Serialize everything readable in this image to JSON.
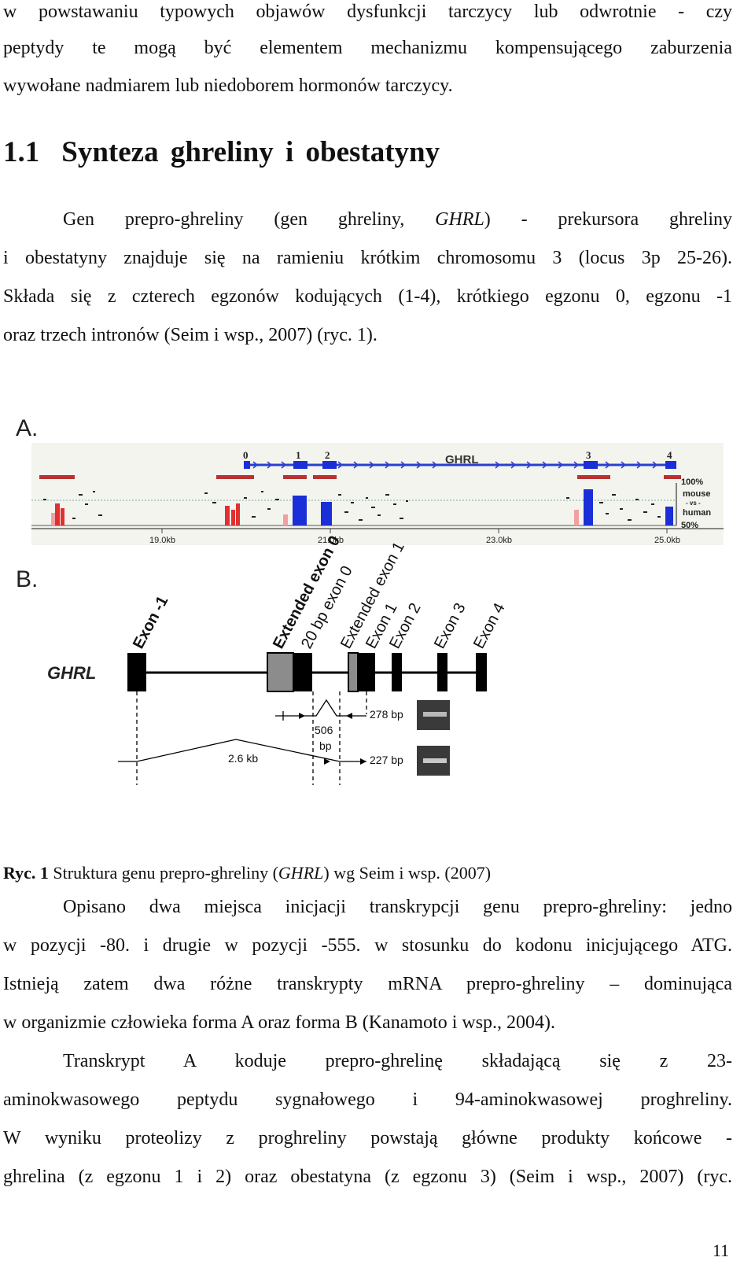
{
  "paragraph_top": {
    "lines": [
      "w powstawaniu typowych objawów dysfunkcji tarczycy lub odwrotnie - czy",
      "peptydy te mogą być elementem mechanizmu kompensującego zaburzenia",
      "wywołane nadmiarem lub niedoborem hormonów tarczycy."
    ]
  },
  "section": {
    "number": "1.1",
    "title": "Synteza ghreliny i obestatyny"
  },
  "paragraph_1": {
    "line1_pre": "Gen prepro-ghreliny (gen ghreliny, ",
    "line1_italic": "GHRL",
    "line1_post": ") - prekursora ghreliny",
    "lines": [
      "i obestatyny znajduje się na ramieniu krótkim chromosomu 3 (locus 3p 25-26).",
      "Składa się z czterech egzonów kodujących (1-4), krótkiego egzonu 0, egzonu -1",
      "oraz trzech intronów (Seim i wsp., 2007) (ryc. 1)."
    ]
  },
  "figure": {
    "panel_a_label": "A.",
    "panel_b_label": "B.",
    "gene_label_a": "GHRL",
    "exon_numbers_a": [
      "0",
      "1",
      "2",
      "3",
      "4"
    ],
    "kb_ticks": [
      "19.0kb",
      "21.0kb",
      "23.0kb",
      "25.0kb"
    ],
    "conservation_labels": [
      "100%",
      "mouse",
      "- vs -",
      "human",
      "50%"
    ],
    "gene_label_b": "GHRL",
    "exon_labels_b": [
      "Exon -1",
      "Extended exon 0",
      "20 bp exon 0",
      "Extended exon 1",
      "Exon 1",
      "Exon 2",
      "Exon 3",
      "Exon 4"
    ],
    "band_labels": [
      "278 bp",
      "227 bp"
    ],
    "distance_labels": [
      "2.6 kb",
      "506",
      "bp"
    ]
  },
  "caption": {
    "prefix": "Ryc. 1",
    "text_pre": " Struktura genu prepro-ghreliny (",
    "italic": "GHRL",
    "text_post": ") wg Seim i wsp. (2007)"
  },
  "paragraph_2": {
    "lines": [
      "Opisano dwa miejsca inicjacji transkrypcji genu prepro-ghreliny: jedno",
      "w pozycji -80. i drugie w pozycji -555. w stosunku do kodonu inicjującego ATG.",
      "Istnieją zatem dwa różne transkrypty mRNA prepro-ghreliny – dominująca",
      "w organizmie człowieka forma A oraz forma B (Kanamoto i wsp., 2004)."
    ]
  },
  "paragraph_3": {
    "lines": [
      "Transkrypt A koduje prepro-ghrelinę składającą się z 23-",
      "aminokwasowego peptydu sygnałowego i 94-aminokwasowej proghreliny.",
      "W wyniku proteolizy z proghreliny powstają główne produkty końcowe -",
      "ghrelina (z egzonu 1 i 2) oraz obestatyna (z egzonu 3) (Seim i wsp., 2007) (ryc."
    ]
  },
  "page_number": "11"
}
